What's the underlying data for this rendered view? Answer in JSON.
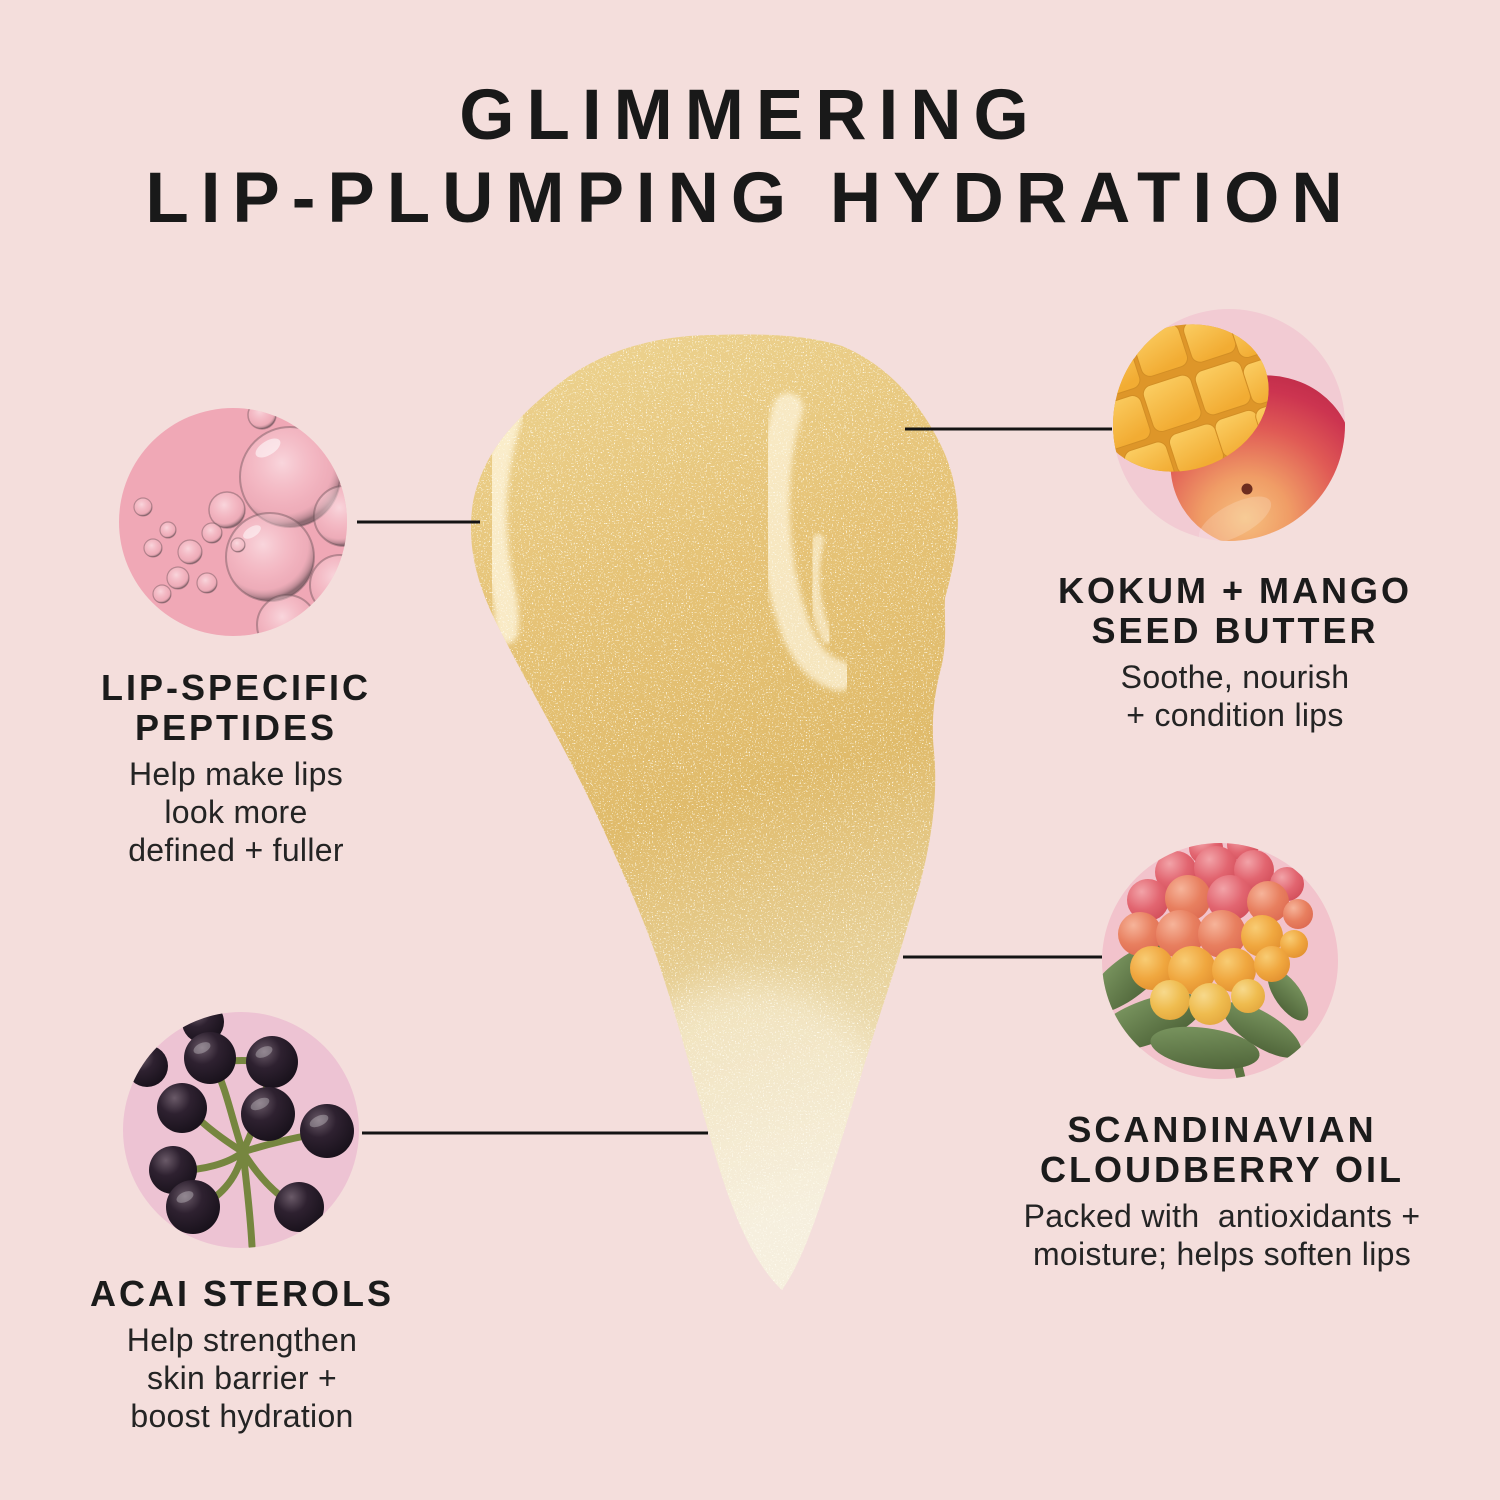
{
  "title": {
    "line1": "GLIMMERING",
    "line2": "LIP-PLUMPING HYDRATION"
  },
  "callouts": [
    {
      "id": "lip-specific-peptides",
      "image": "oil-bubbles-macro",
      "heading_lines": [
        "LIP-SPECIFIC",
        "PEPTIDES"
      ],
      "body_lines": [
        "Help make lips",
        "look more",
        "defined + fuller"
      ]
    },
    {
      "id": "kokum-mango-seed-butter",
      "image": "mango-fruit",
      "heading_lines": [
        "KOKUM + MANGO",
        "SEED BUTTER"
      ],
      "body_lines": [
        "Soothe, nourish",
        "+ condition lips"
      ]
    },
    {
      "id": "scandinavian-cloudberry-oil",
      "image": "cloudberry-fruit",
      "heading_lines": [
        "SCANDINAVIAN",
        "CLOUDBERRY OIL"
      ],
      "body_lines": [
        "Packed with  antioxidants +",
        "moisture; helps soften lips"
      ]
    },
    {
      "id": "acai-sterols",
      "image": "acai-berries",
      "heading_lines": [
        "ACAI STEROLS"
      ],
      "body_lines": [
        "Help strengthen",
        "skin barrier +",
        "boost hydration"
      ]
    }
  ],
  "colors": {
    "background": "#F4DEDC",
    "text": "#1B1B1B",
    "swatch_gold": "#E3BF70",
    "connector_line": "#141414"
  }
}
